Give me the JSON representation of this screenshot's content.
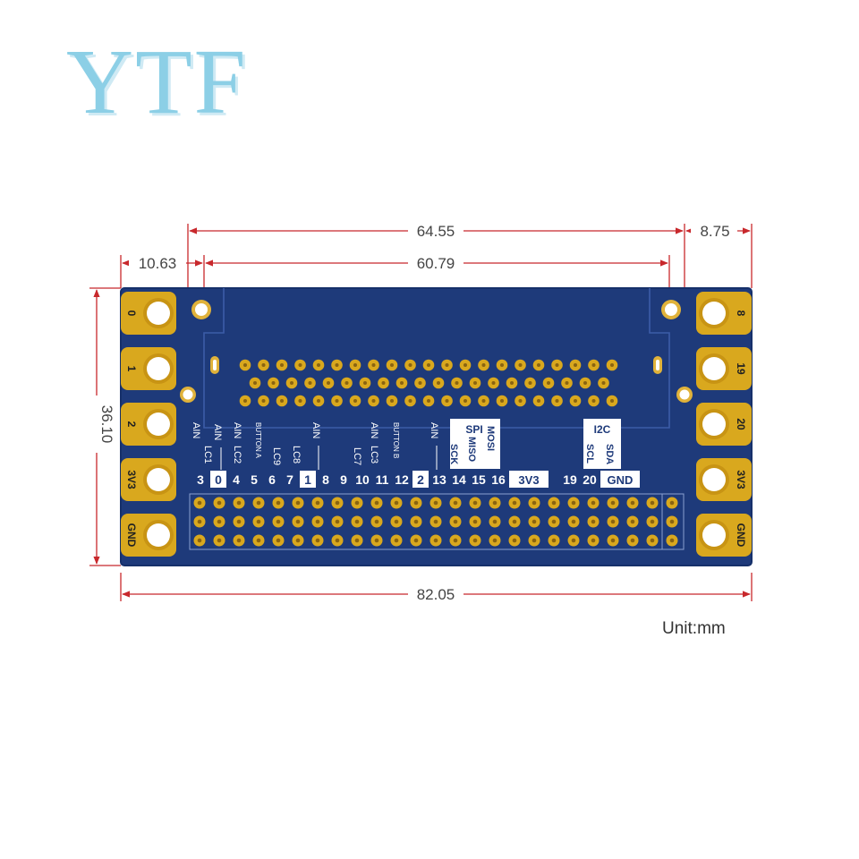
{
  "brand": {
    "logo_text": "YTF"
  },
  "dimensions": {
    "top_span": "64.55",
    "right_offset": "8.75",
    "left_offset": "10.63",
    "inner_span": "60.79",
    "height": "36.10",
    "total_width": "82.05",
    "unit": "Unit:mm"
  },
  "pads_left": [
    "0",
    "1",
    "2",
    "3V3",
    "GND"
  ],
  "pads_right": [
    "8",
    "19",
    "20",
    "3V3",
    "GND"
  ],
  "pin_numbers": [
    {
      "t": "3"
    },
    {
      "t": "0",
      "hl": true
    },
    {
      "t": "4"
    },
    {
      "t": "5"
    },
    {
      "t": "6"
    },
    {
      "t": "7"
    },
    {
      "t": "1",
      "hl": true
    },
    {
      "t": "8"
    },
    {
      "t": "9"
    },
    {
      "t": "10"
    },
    {
      "t": "11"
    },
    {
      "t": "12"
    },
    {
      "t": "2",
      "hl": true
    },
    {
      "t": "13"
    },
    {
      "t": "14"
    },
    {
      "t": "15"
    },
    {
      "t": "16"
    },
    {
      "t": "3V3",
      "hl": true,
      "w": "wide"
    },
    {
      "t": "19"
    },
    {
      "t": "20"
    },
    {
      "t": "GND",
      "hl": true,
      "w": "wide"
    }
  ],
  "pin_functions": {
    "ain": "AIN",
    "lc1": "LC1",
    "lc2": "LC2",
    "button_a": "BUTTON A",
    "lc9": "LC9",
    "lc8": "LC8",
    "lc7": "LC7",
    "lc3": "LC3",
    "button_b": "BUTTON B",
    "spi": "SPI",
    "sck": "SCK",
    "miso": "MISO",
    "mosi": "MOSI",
    "i2c": "I2C",
    "scl": "SCL",
    "sda": "SDA"
  },
  "colors": {
    "board": "#1e3a7a",
    "pad_gold": "#d9a81e",
    "dim_line": "#c8282c",
    "silk": "#ffffff",
    "logo": "#8ccfe6"
  }
}
